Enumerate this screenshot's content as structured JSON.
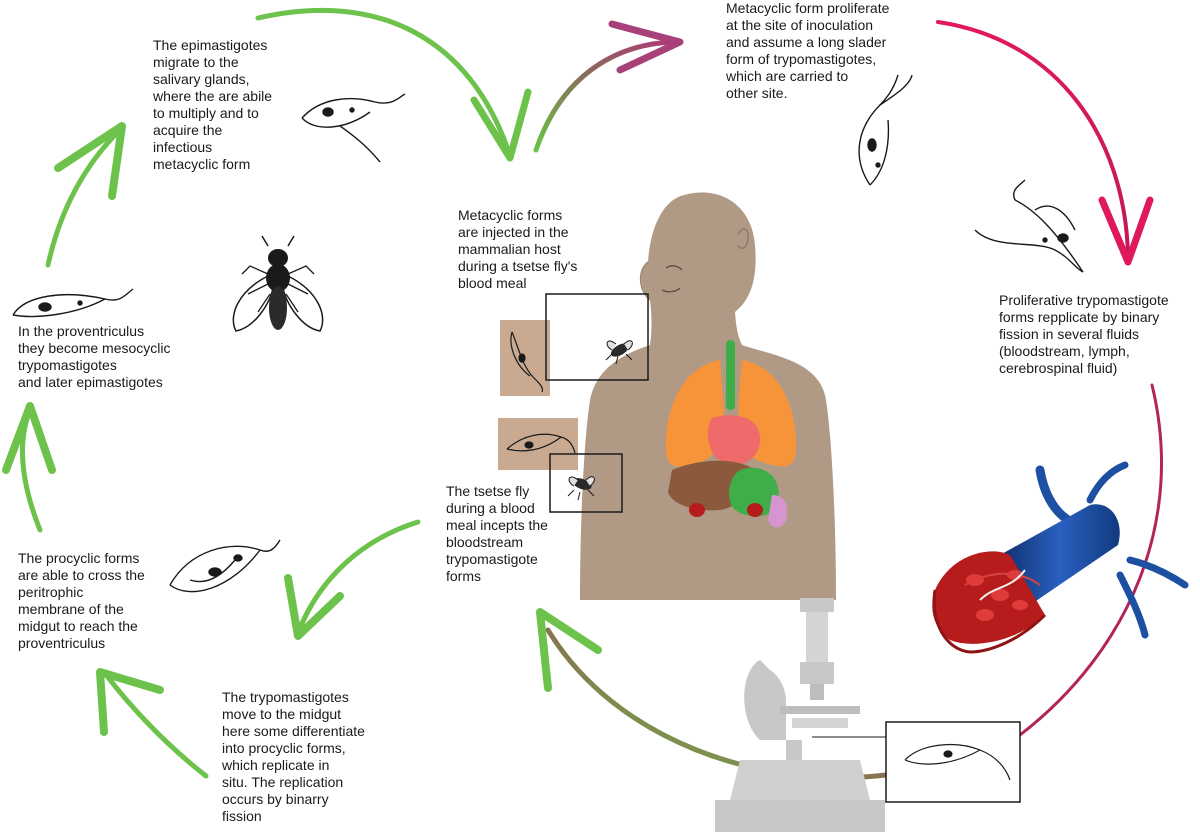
{
  "labels": {
    "epimastigotes": "The epimastigotes\nmigrate to the\nsalivary glands,\nwhere the are abile\nto multiply and to\nacquire the\ninfectious\nmetacyclic form",
    "metacyclic_proliferate": "Metacyclic form proliferate\nat the site of inoculation\nand assume a long slader\nform of trypomastigotes,\nwhich are carried to\nother site.",
    "metacyclic_injected": "Metacyclic forms\nare injected in the\nmammalian host\nduring a tsetse fly's\nblood meal",
    "proliferative": "Proliferative trypomastigote\nforms repplicate by binary\nfission in several fluids\n(bloodstream, lymph,\ncerebrospinal fluid)",
    "proventriculus": "In the proventriculus\nthey become mesocyclic\ntrypomastigotes\nand later epimastigotes",
    "procyclic": "The procyclic forms\nare able to cross the\nperitrophic\nmembrane of the\nmidgut to reach the\nproventriculus",
    "tsetse_meal": "The tsetse fly\nduring a blood\nmeal incepts the\nbloodstream\ntrypomastigote\nforms",
    "midgut": "The trypomastigotes\nmove to the midgut\nhere some differentiate\ninto procyclic forms,\nwhich replicate in\nsitu. The replication\noccurs by binarry\nfission"
  },
  "icons": [
    "tsetse-fly-icon",
    "human-host-icon",
    "microscope-icon",
    "blood-vessel-icon",
    "trypanosome-icon"
  ],
  "colors": {
    "insect_arrow": "#6cc24a",
    "host_arrow": "#d81b60",
    "skin": "#b09a86",
    "lungs": "#f7943a",
    "liver": "#8b5a3c",
    "stomach": "#3fae49",
    "vein": "#1d4fa3",
    "blood": "#b71c1c",
    "microscope": "#c8c8c8"
  }
}
